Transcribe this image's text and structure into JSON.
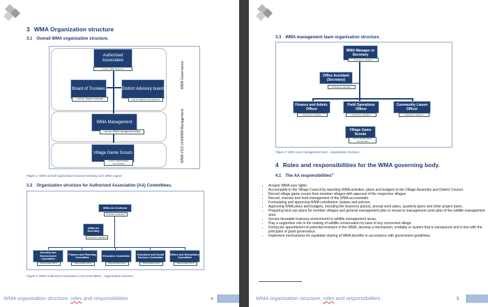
{
  "footer_text_a": "WMA organisation structure, ",
  "footer_text_u": "roles",
  "footer_text_b": " and responsibilities.",
  "page4": {
    "number": "4",
    "heading_num": "3",
    "heading": "WMA Organization structure",
    "sub1_num": "3.1",
    "sub1": "Overall WMA organization structure.",
    "fig1": {
      "authorised": "Authorised Association",
      "authorised_tag": "Led by: WMA chairman",
      "board": "Board of Trustees",
      "board_tag": "Led by: Board chairman",
      "district": "District Advisory board",
      "district_tag": "Led by: District Commissioner",
      "management": "WMA Management",
      "management_tag": "Led by: WMA manager/secretary",
      "vgs": "Village Game Scouts",
      "vgs_tag": "Led by: leader/elderly commandant",
      "band1": "WMA Governance",
      "band2": "WMA Management",
      "band3": "WMA VGS Unit"
    },
    "caption1": "Figure 1: WMA overall organization structure showing core WMA organs.",
    "sub2_num": "3.2",
    "sub2": "Organization structure for Authorized Association (AA) Committees.",
    "fig2": {
      "chair": "WMA AA Chairman",
      "chair_tag": "Firstname Lastname",
      "sec": "WMA AA Secretary",
      "sec_tag": "Firstname Lastname",
      "committees": [
        {
          "name": "Security and Environment Committee",
          "tag": "Representative Name"
        },
        {
          "name": "Finance and Planning Committee",
          "tag": "Representative Name"
        },
        {
          "name": "Executive Committee",
          "tag": "Representative Name"
        },
        {
          "name": "Education and Social Services Committee",
          "tag": "Representative Name"
        },
        {
          "name": "Ethics and Disciplinary Committee",
          "tag": "Representative Name"
        }
      ]
    },
    "caption2": "Figure 2: WMA Authorized Association (AA) Committees – organization structure"
  },
  "page5": {
    "number": "5",
    "sub3_num": "3.3",
    "sub3": "WMA management team organization structure.",
    "fig3": {
      "manager": "WMA Manager or Secretary",
      "manager_tag": "Firstname Lastname",
      "assistant": "Office Assistant (Secretary)",
      "assistant_tag": "Firstname Lastname",
      "finance": "Finance and Admin. Officer",
      "finance_tag": "Firstname Lastname",
      "field": "Field Operations Officer",
      "field_tag": "Firstname Lastname",
      "community": "Community Liason Officer",
      "community_tag": "Firstname Lastname",
      "vgs": "Village Game Scouts",
      "vgs_tag": "Led by leader/elderly commandant"
    },
    "caption3": "Figure 3: WMA core management team - organization structure.",
    "heading_num": "4",
    "heading": "Roles and responsibilities for the WMA governing body.",
    "sub4_num": "4.1",
    "sub4": "The AA responsibilities",
    "sub4_sup": "ix",
    "responsibilities": [
      "Acquire WMA user rights",
      "Accountable to the Village Council by reporting WMA activities, plans and budgets to the Village Assembly and District Council.",
      "Recruit village game scouts from member villages with approval of the respective villages",
      "Recruit, oversee and hold management of the WMA accountable.",
      "Formulating and approving WMA constitution, bylaws and policies.",
      "Approving WMA plans and budgets, including the business plan(s), annual work plans, quarterly plans and other project plans.",
      "Preparing land use plans for member villages and general management plan or resource management zone plan of the wildlife management area.",
      "Secure favorable business environment in wildlife management areas.",
      "Play a supportive role in the making of wildlife conservation by-laws of any concerned village",
      "During the appointment of potential investors in the WMA, develop a mechanism, modality or system that is transparent and in line with the principles of good governance.",
      "Implement mechanisms for equitable sharing of WMA benefits in accordance with government guidelines."
    ]
  }
}
